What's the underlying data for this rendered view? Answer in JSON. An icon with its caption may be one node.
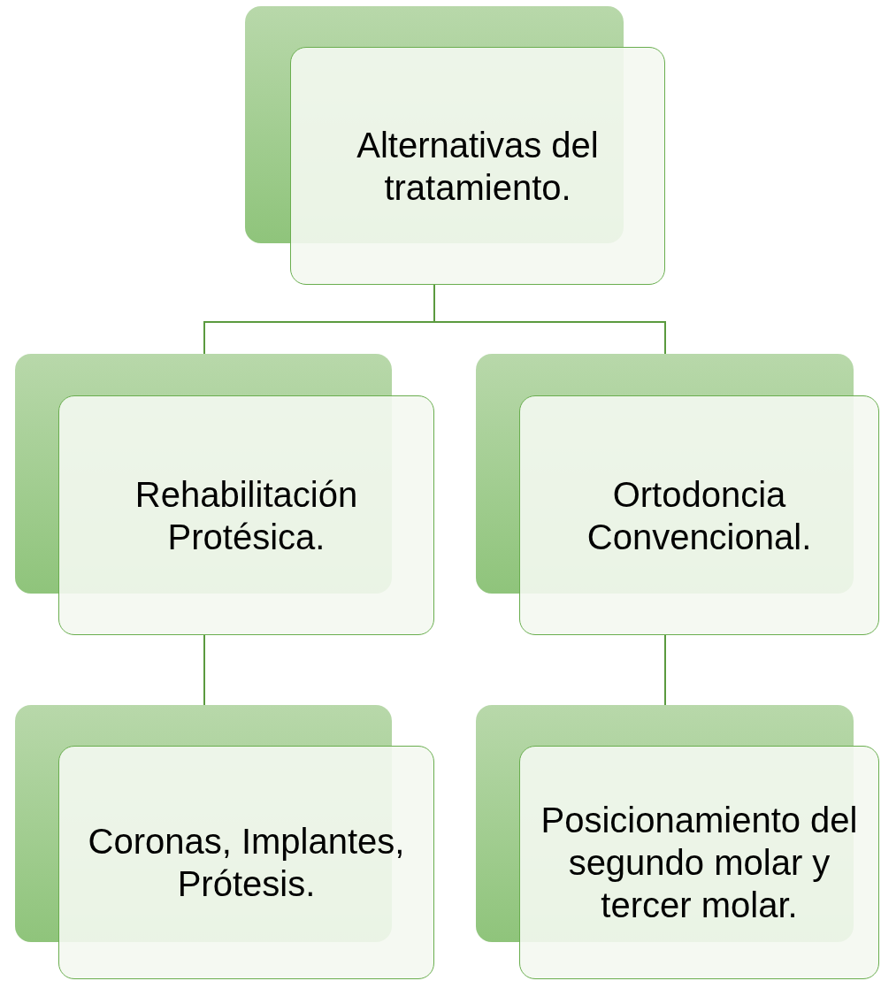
{
  "diagram": {
    "nodes": [
      {
        "text": [
          "Alternativas del tratamiento."
        ]
      },
      {
        "text": [
          "Rehabilitación Protésica."
        ]
      },
      {
        "text": [
          "Ortodoncia Convencional."
        ]
      },
      {
        "text": [
          "Coronas, Implantes, Prótesis."
        ]
      },
      {
        "text": [
          "Posicionamiento del segundo molar y tercer molar."
        ]
      }
    ],
    "edges": [
      {
        "from": 0,
        "to": 1,
        "arrow": "none"
      },
      {
        "from": 0,
        "to": 2,
        "arrow": "none"
      },
      {
        "from": 1,
        "to": 3,
        "arrow": "none"
      },
      {
        "from": 2,
        "to": 4,
        "arrow": "none"
      }
    ]
  }
}
